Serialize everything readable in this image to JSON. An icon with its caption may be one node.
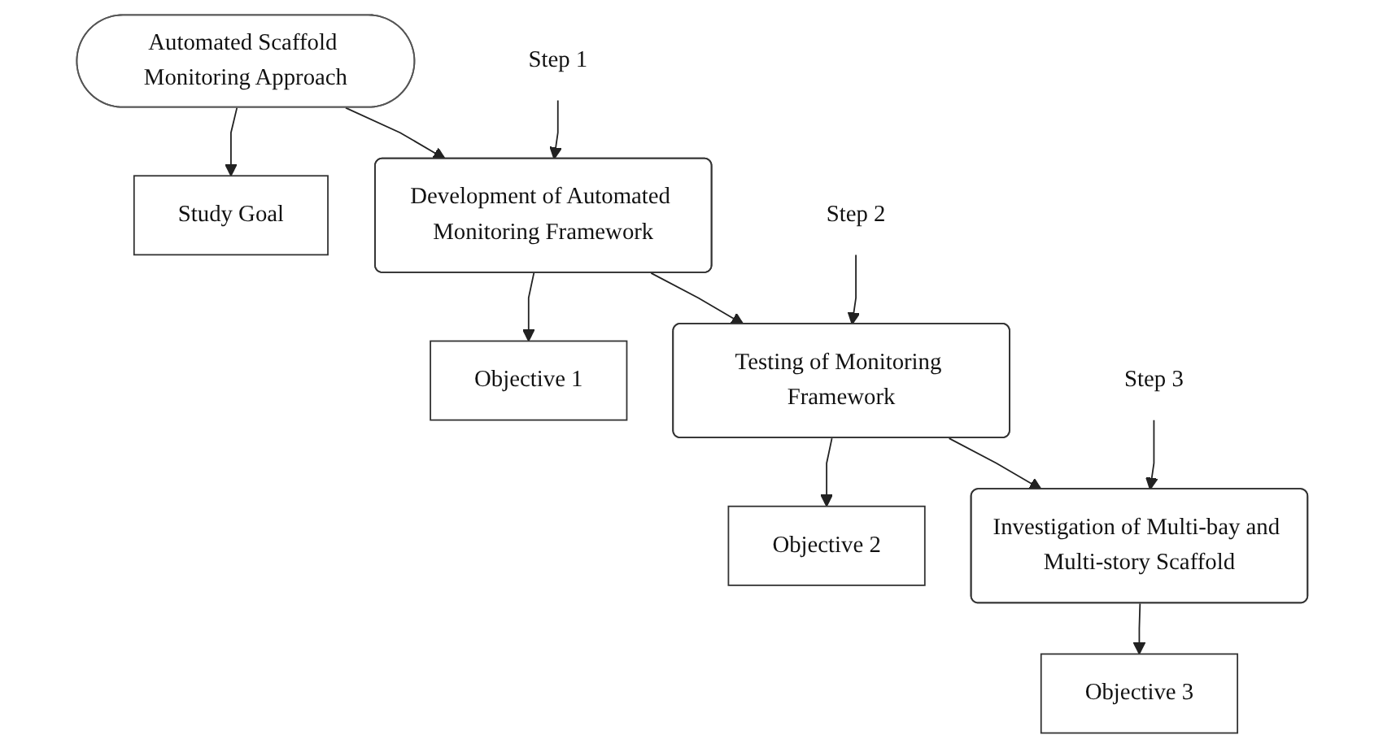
{
  "diagram": {
    "nodes": [
      {
        "text": [
          "Automated Scaffold Monitoring Approach"
        ]
      },
      {
        "text": [
          "Study Goal"
        ]
      },
      {
        "text": [
          "Step 1"
        ]
      },
      {
        "text": [
          "Development of Automated Monitoring Framework"
        ]
      },
      {
        "text": [
          "Objective 1"
        ]
      },
      {
        "text": [
          "Step 2"
        ]
      },
      {
        "text": [
          "Testing of Monitoring Framework"
        ]
      },
      {
        "text": [
          "Objective 2"
        ]
      },
      {
        "text": [
          "Step 3"
        ]
      },
      {
        "text": [
          "Investigation of Multi-bay and Multi-story Scaffold"
        ]
      },
      {
        "text": [
          "Objective 3"
        ]
      }
    ],
    "edges": [
      {
        "from": 0,
        "to": 1,
        "arrow": "to"
      },
      {
        "from": 0,
        "to": 3,
        "arrow": "to"
      },
      {
        "from": 2,
        "to": 3,
        "arrow": "to"
      },
      {
        "from": 3,
        "to": 4,
        "arrow": "to"
      },
      {
        "from": 3,
        "to": 6,
        "arrow": "to"
      },
      {
        "from": 5,
        "to": 6,
        "arrow": "to"
      },
      {
        "from": 6,
        "to": 7,
        "arrow": "to"
      },
      {
        "from": 6,
        "to": 9,
        "arrow": "to"
      },
      {
        "from": 8,
        "to": 9,
        "arrow": "to"
      },
      {
        "from": 9,
        "to": 10,
        "arrow": "to"
      }
    ]
  }
}
